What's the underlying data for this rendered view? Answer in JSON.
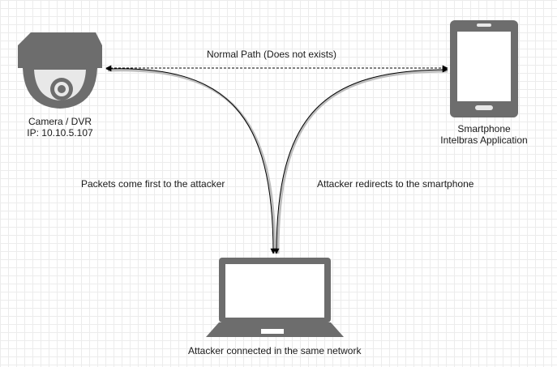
{
  "diagram": {
    "normal_path_label": "Normal Path (Does not exists)",
    "camera": {
      "line1": "Camera / DVR",
      "line2": "IP: 10.10.5.107"
    },
    "smartphone": {
      "line1": "Smartphone",
      "line2": "Intelbras Application"
    },
    "left_flow_label": "Packets come first to the attacker",
    "right_flow_label": "Attacker redirects to the smartphone",
    "attacker_label": "Attacker connected in the same network"
  },
  "colors": {
    "device_gray": "#6d6d6d",
    "device_light": "#e8e8e8",
    "line": "#000000"
  }
}
